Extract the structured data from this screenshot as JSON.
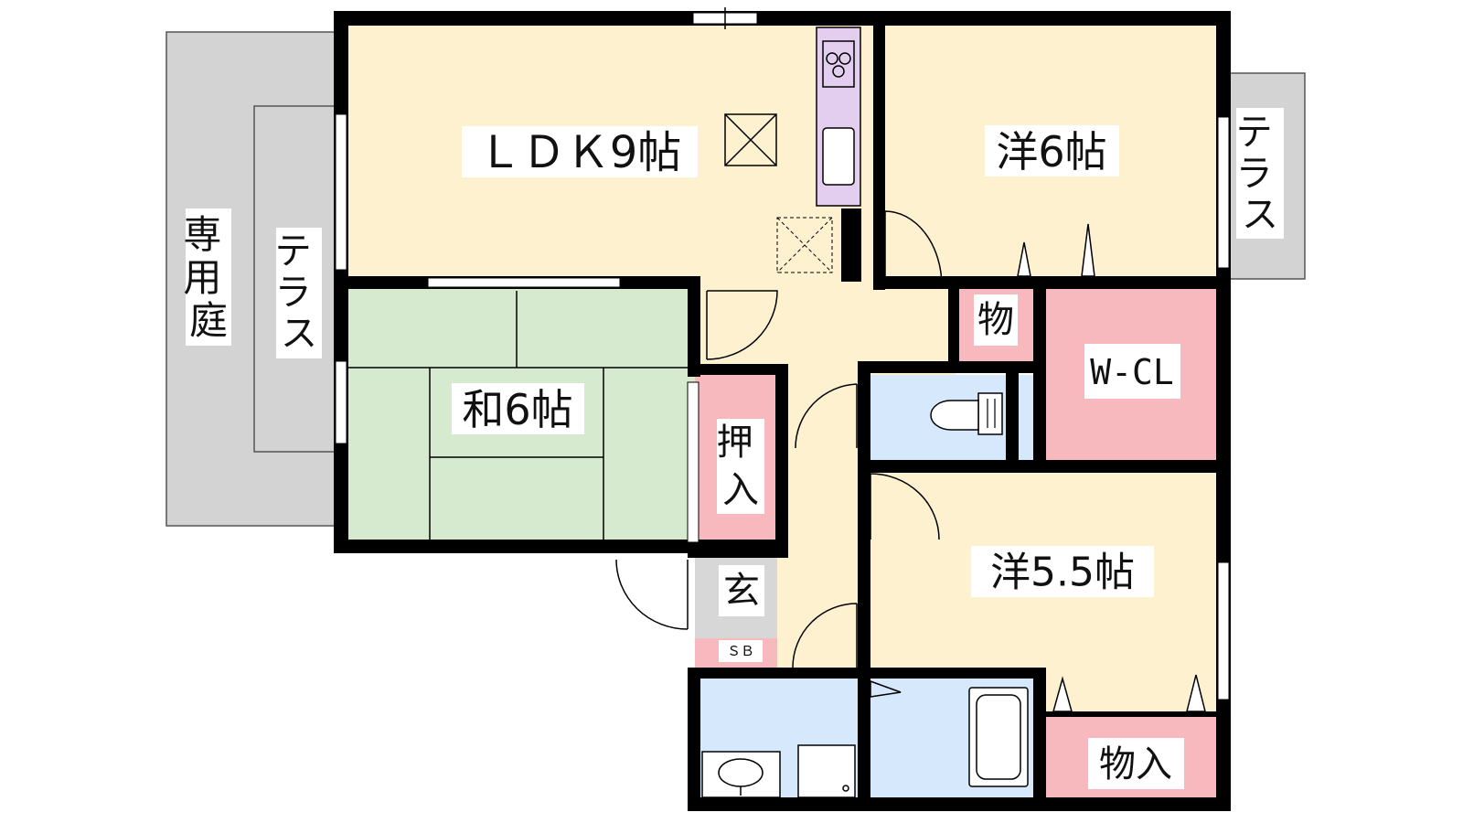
{
  "colors": {
    "wall": "#000000",
    "western_room": "#fdf1cf",
    "japanese_room": "#d6ead0",
    "storage": "#f7b9bd",
    "wet_area": "#d6e8fb",
    "entrance": "#d7d7d7",
    "exterior": "#d3d3d3",
    "kitchen": "#e4cef0",
    "label_bg": "#ffffff"
  },
  "rooms": {
    "ldk": "ＬＤＫ9帖",
    "western_6": "洋6帖",
    "japanese_6": "和6帖",
    "western_5_5": "洋5.5帖",
    "closet_oshiire": "押入",
    "storage_small": "物",
    "walk_in_closet": "W-CL",
    "entrance": "玄",
    "shoe_box": "ＳＢ",
    "storage_mono_ire": "物入"
  },
  "exterior": {
    "private_garden": "専用庭",
    "terrace_left": "テラス",
    "terrace_right": "テラス"
  },
  "icons": {
    "stove": "stove-burners-icon",
    "sink": "kitchen-sink-icon",
    "toilet": "toilet-icon",
    "bathtub": "bathtub-icon",
    "washbasin": "washbasin-icon",
    "washer": "washing-machine-icon"
  }
}
